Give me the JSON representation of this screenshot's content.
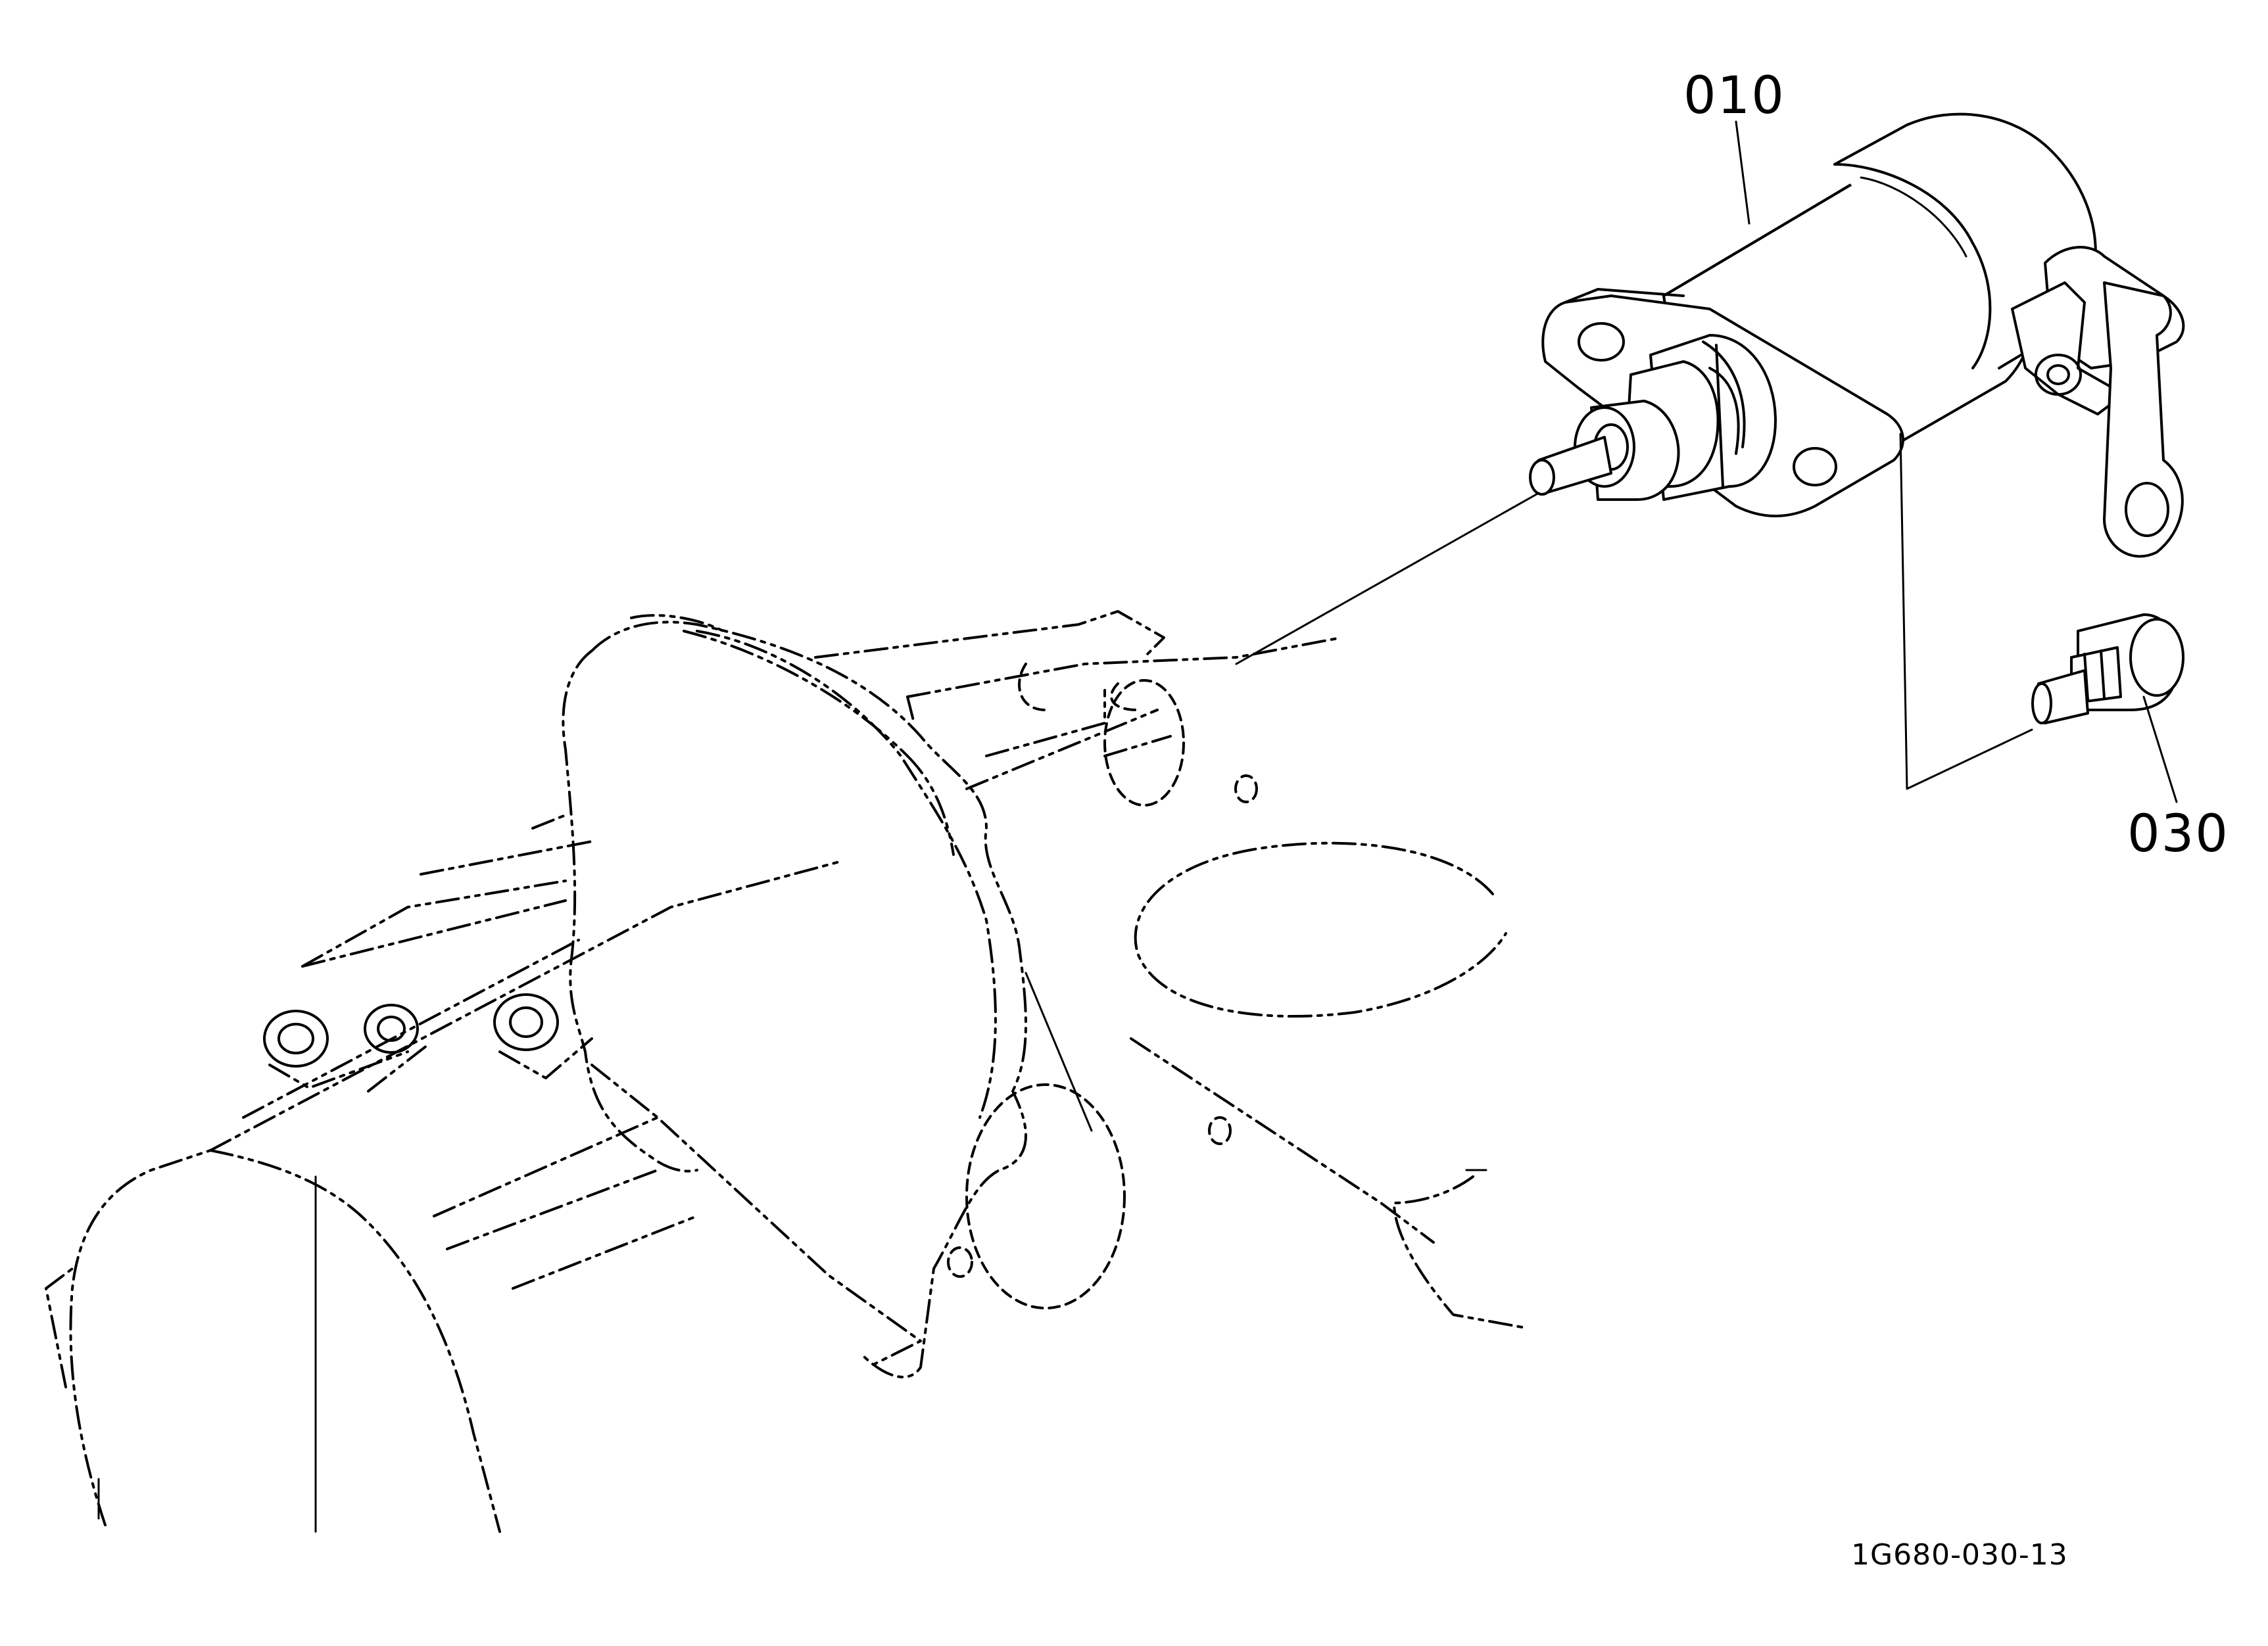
{
  "diagram": {
    "callouts": [
      {
        "id": "solenoid",
        "label": "010"
      },
      {
        "id": "bolt",
        "label": "030"
      }
    ],
    "drawing_code": "1G680-030-13"
  }
}
